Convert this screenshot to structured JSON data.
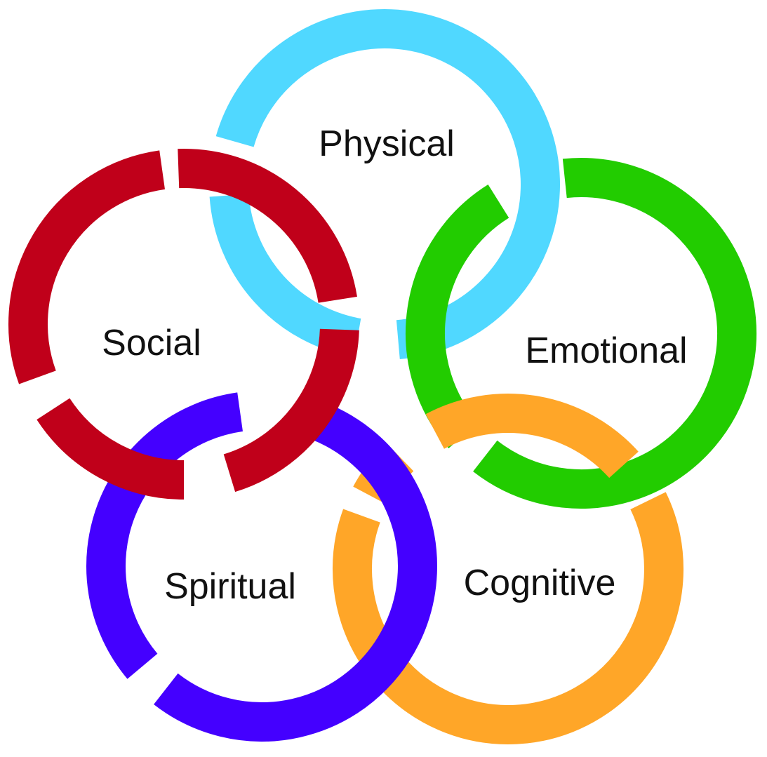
{
  "rings": [
    {
      "key": "physical",
      "label": "Physical",
      "color": "#50D8FF"
    },
    {
      "key": "emotional",
      "label": "Emotional",
      "color": "#22CC00"
    },
    {
      "key": "cognitive",
      "label": "Cognitive",
      "color": "#FFA628"
    },
    {
      "key": "spiritual",
      "label": "Spiritual",
      "color": "#4400FF"
    },
    {
      "key": "social",
      "label": "Social",
      "color": "#C0001A"
    }
  ]
}
